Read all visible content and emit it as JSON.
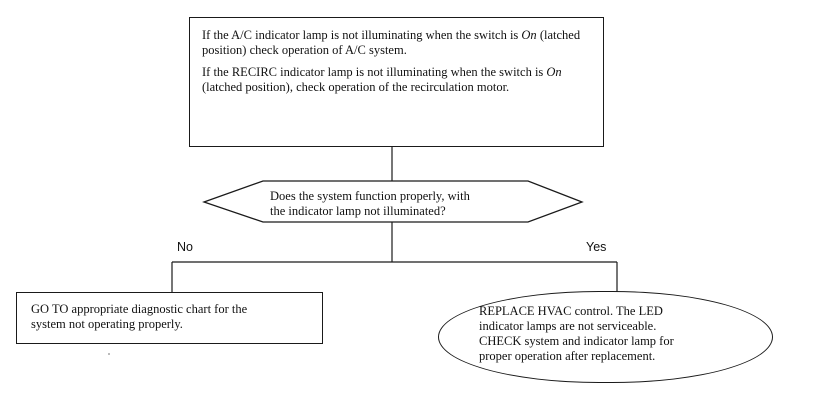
{
  "diagram": {
    "top_box": {
      "paragraph_1": {
        "before": "If the A/C indicator lamp is not illuminating when the switch is ",
        "emphasis": "On",
        "after": " (latched position) check operation of A/C system."
      },
      "paragraph_2": {
        "before": "If the RECIRC indicator lamp is not illuminating when the switch is ",
        "emphasis": "On",
        "after": " (latched position), check operation of the recirculation motor."
      }
    },
    "decision": {
      "line_1": "Does the system function properly, with",
      "line_2": "the indicator lamp not illuminated?"
    },
    "branch_no_label": "No",
    "branch_yes_label": "Yes",
    "left_box": {
      "line_1": "GO TO appropriate diagnostic chart for the",
      "line_2": "system not operating properly."
    },
    "right_box": {
      "line_1": "REPLACE HVAC control. The LED",
      "line_2": "indicator lamps are not serviceable.",
      "line_3": "CHECK system and indicator lamp for",
      "line_4": "proper operation after replacement."
    }
  }
}
